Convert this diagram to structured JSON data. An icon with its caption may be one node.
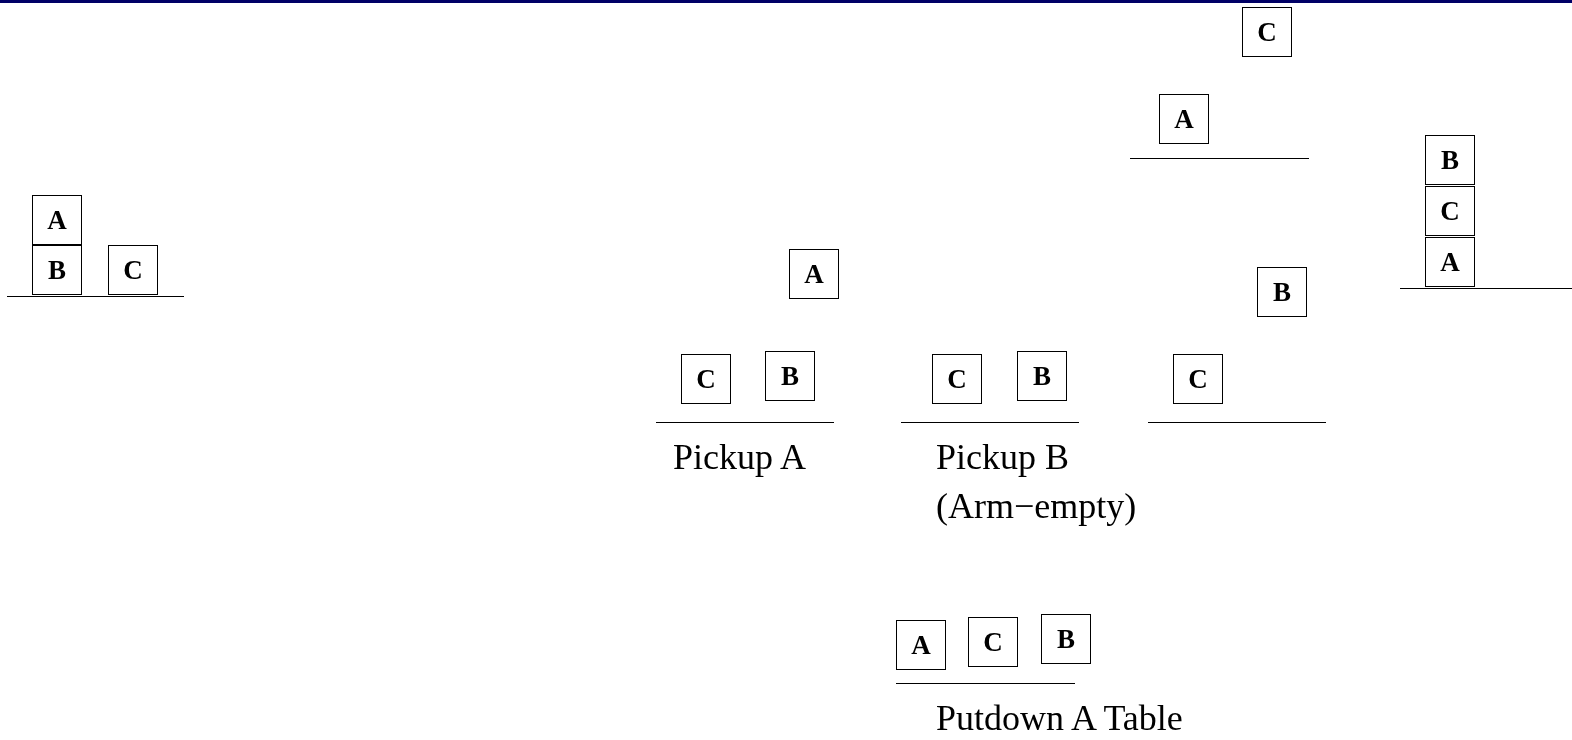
{
  "diagram": {
    "nodes": [
      {
        "text": [
          "C"
        ]
      },
      {
        "text": [
          "A"
        ]
      },
      {
        "text": [
          "B"
        ]
      },
      {
        "text": [
          "C"
        ]
      },
      {
        "text": [
          "A"
        ]
      },
      {
        "text": [
          "A"
        ]
      },
      {
        "text": [
          "B"
        ]
      },
      {
        "text": [
          "C"
        ]
      },
      {
        "text": [
          "A"
        ]
      },
      {
        "text": [
          "B"
        ]
      },
      {
        "text": [
          "B"
        ]
      },
      {
        "text": [
          "B"
        ]
      },
      {
        "text": [
          "C"
        ]
      },
      {
        "text": [
          "C"
        ]
      },
      {
        "text": [
          "C"
        ]
      },
      {
        "text": [
          "B"
        ]
      },
      {
        "text": [
          "C"
        ]
      },
      {
        "text": [
          "A"
        ]
      }
    ],
    "edges": [],
    "labels": [
      "Pickup A",
      "Pickup B (Arm−empty)",
      "Putdown A Table"
    ]
  }
}
